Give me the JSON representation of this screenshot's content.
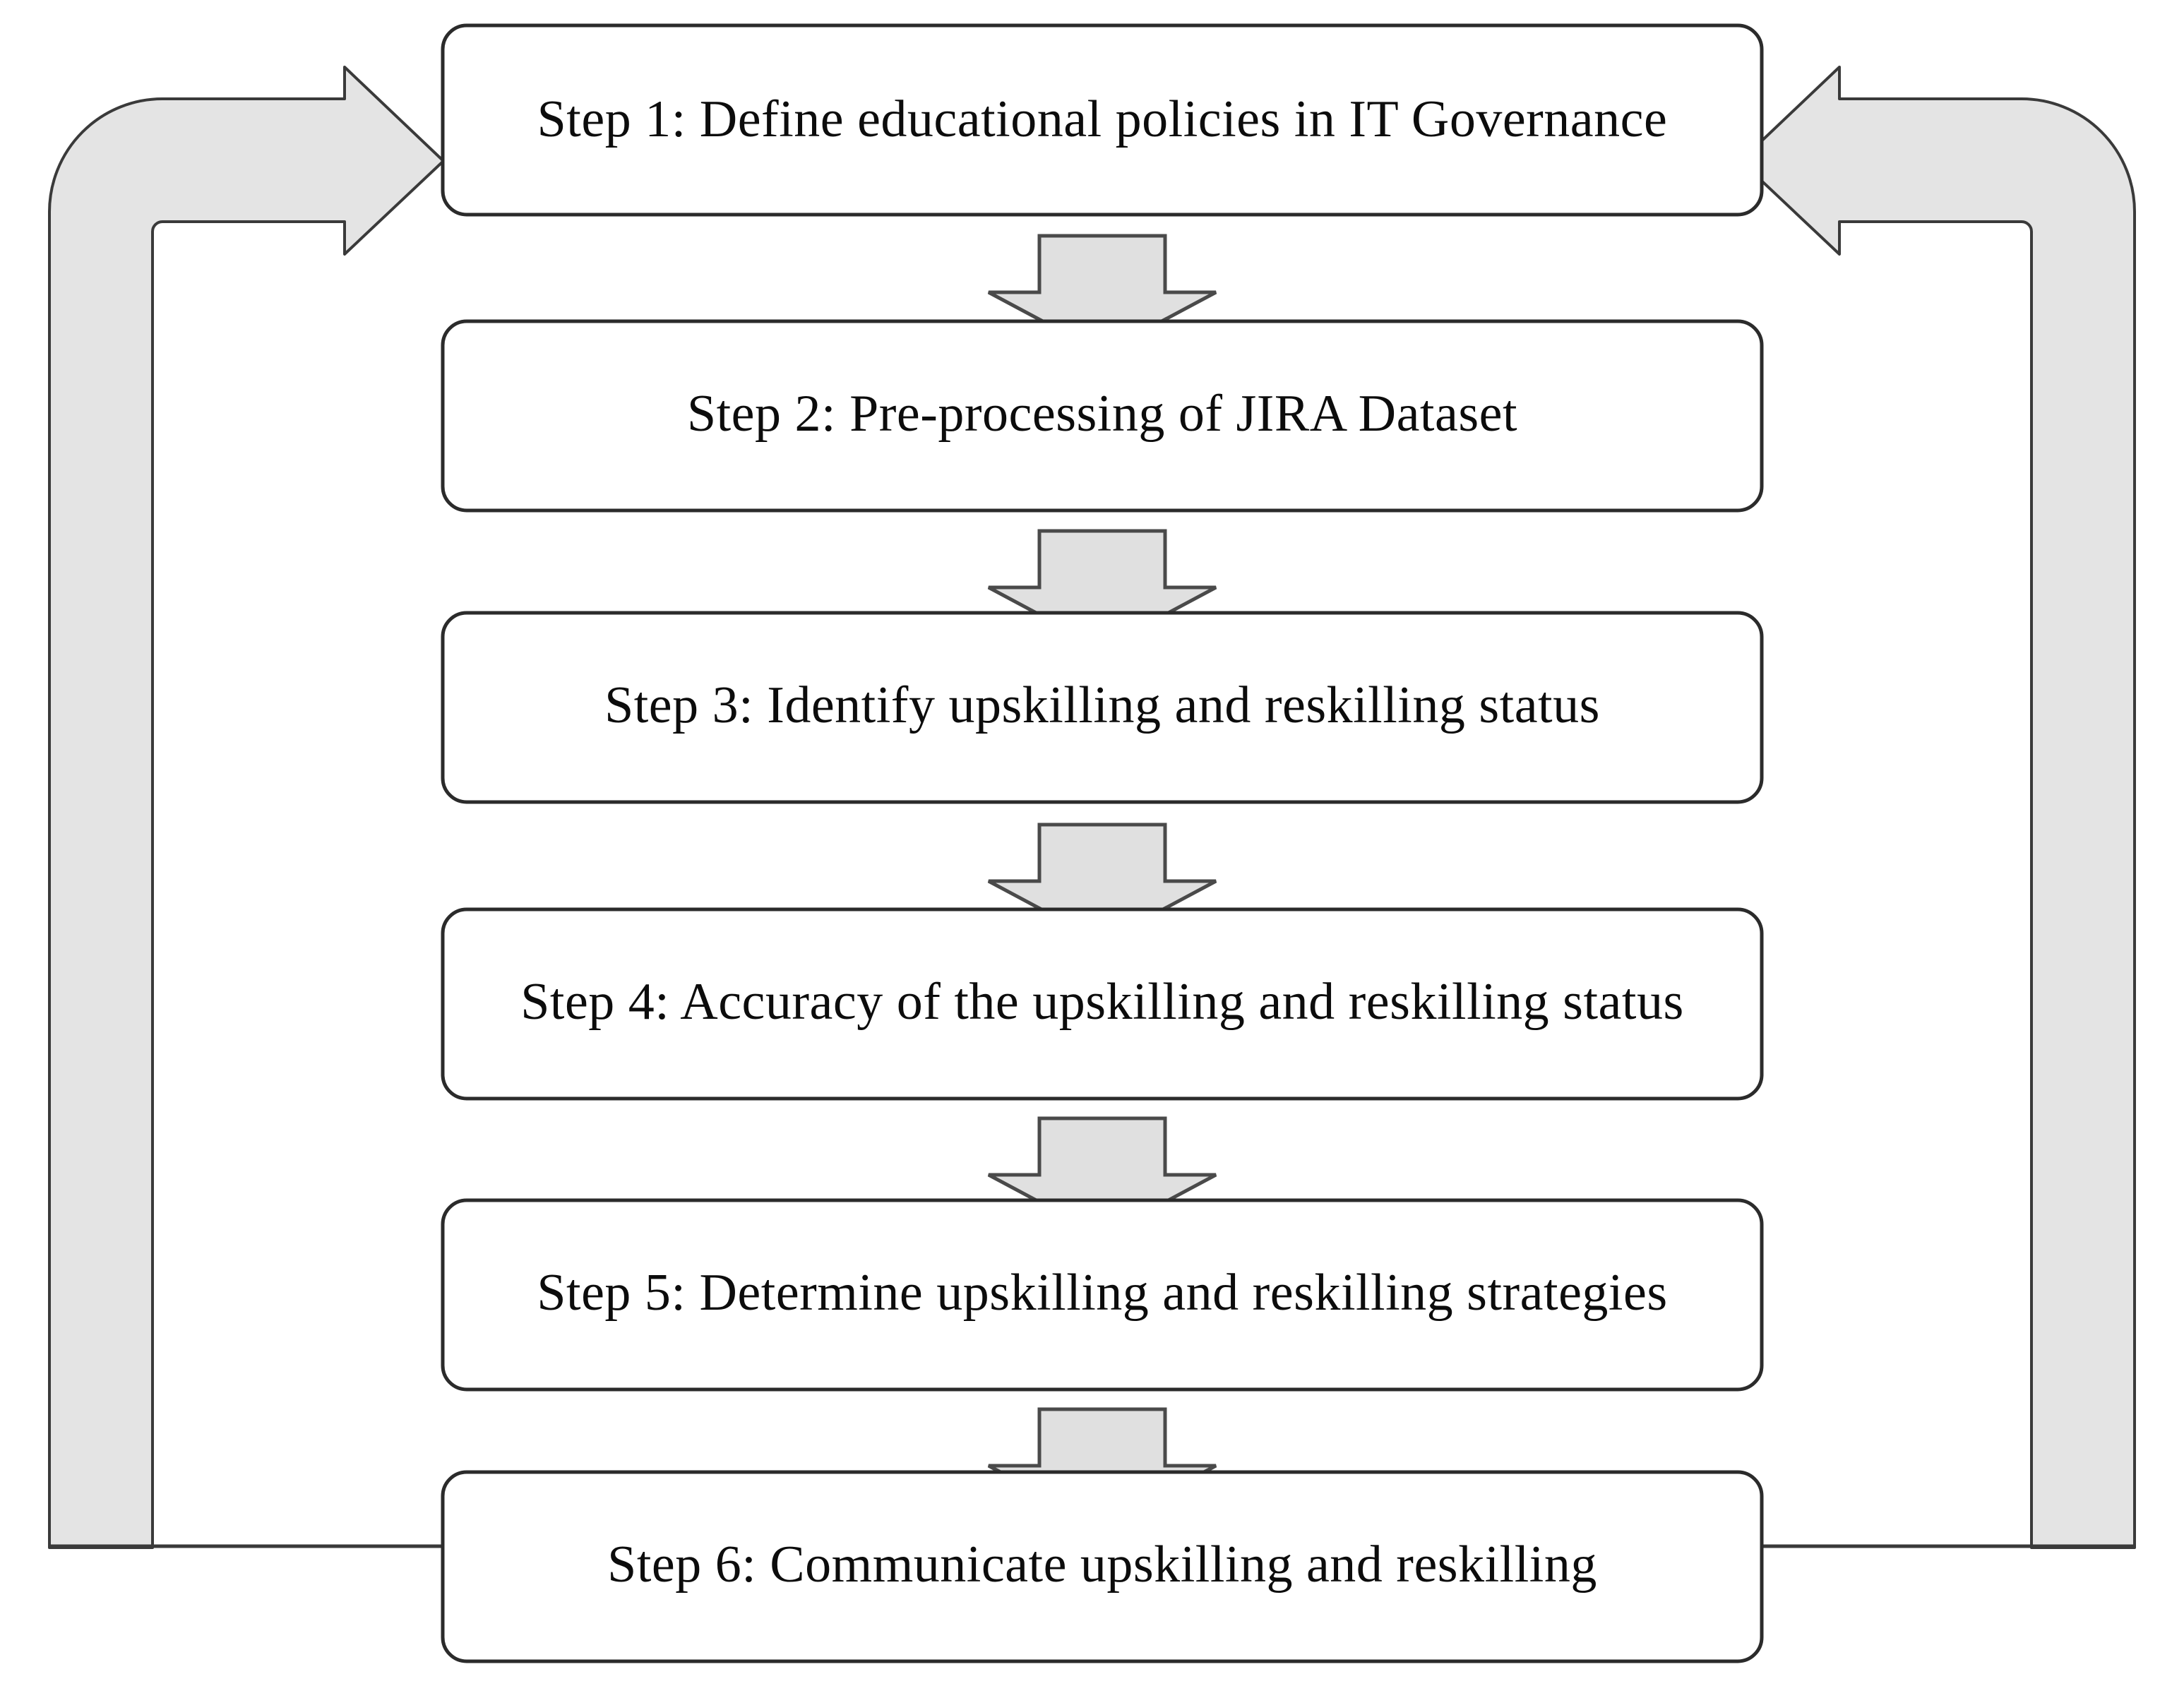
{
  "diagram": {
    "title": "Upskilling and reskilling IT Governance process flowchart",
    "type": "flowchart",
    "orientation": "vertical",
    "background_color": "#ffffff",
    "box_fill_color": "#ffffff",
    "box_border_color": "#2b2b2b",
    "arrow_fill_color": "#e0e0e0",
    "loop_fill_color": "#e4e4e4",
    "text_color": "#0c0c0c"
  },
  "steps": [
    {
      "id": "step-1",
      "label": "Step 1: Define educational policies in IT Governance"
    },
    {
      "id": "step-2",
      "label": "Step 2: Pre-processing of JIRA Dataset"
    },
    {
      "id": "step-3",
      "label": "Step 3: Identify upskilling and reskilling status"
    },
    {
      "id": "step-4",
      "label": "Step 4: Accuracy of the upskilling and reskilling status"
    },
    {
      "id": "step-5",
      "label": "Step 5: Determine upskilling and reskilling strategies"
    },
    {
      "id": "step-6",
      "label": "Step 6: Communicate upskilling and reskilling"
    }
  ],
  "connectors": {
    "down_arrows": [
      {
        "id": "arrow-1-2",
        "from": "step-1",
        "to": "step-2"
      },
      {
        "id": "arrow-2-3",
        "from": "step-2",
        "to": "step-3"
      },
      {
        "id": "arrow-3-4",
        "from": "step-3",
        "to": "step-4"
      },
      {
        "id": "arrow-4-5",
        "from": "step-4",
        "to": "step-5"
      },
      {
        "id": "arrow-5-6",
        "from": "step-5",
        "to": "step-6"
      }
    ],
    "feedback_loops": [
      {
        "id": "loop-left",
        "from": "step-6",
        "to": "step-1",
        "side": "left",
        "direction": "upward-then-right"
      },
      {
        "id": "loop-right",
        "from": "step-6",
        "to": "step-1",
        "side": "right",
        "direction": "upward-then-left"
      }
    ]
  }
}
